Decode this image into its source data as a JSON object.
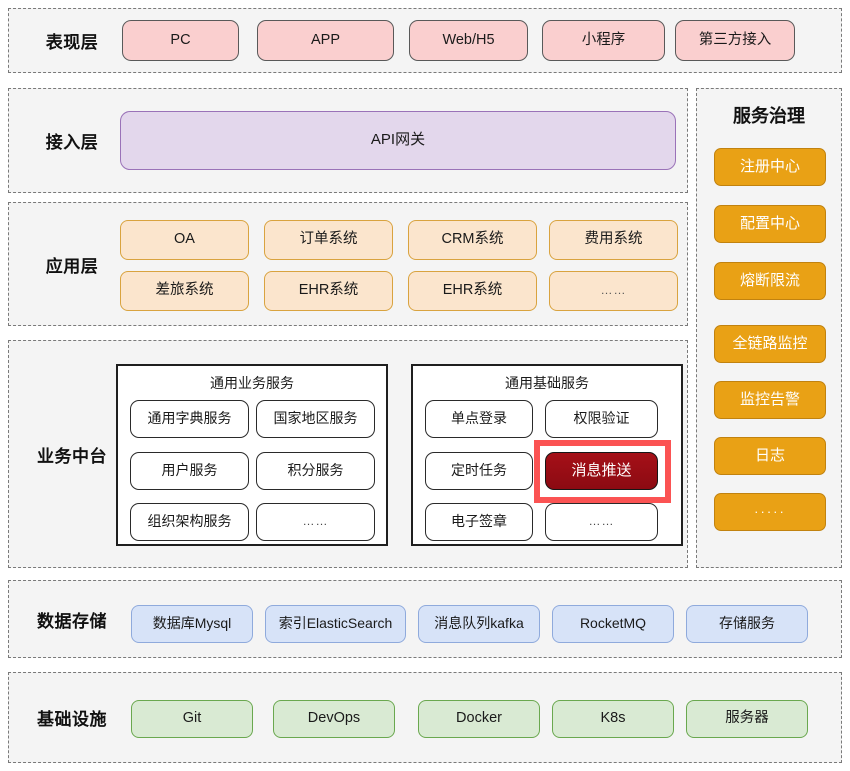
{
  "layers": [
    {
      "key": "presentation",
      "label": "表现层",
      "items": [
        "PC",
        "APP",
        "Web/H5",
        "小程序",
        "第三方接入"
      ]
    },
    {
      "key": "access",
      "label": "接入层",
      "items": [
        "API网关"
      ]
    },
    {
      "key": "application",
      "label": "应用层",
      "row1": [
        "OA",
        "订单系统",
        "CRM系统",
        "费用系统"
      ],
      "row2": [
        "差旅系统",
        "EHR系统",
        "EHR系统",
        "……"
      ]
    },
    {
      "key": "middle_platform",
      "label": "业务中台",
      "panels": [
        {
          "title": "通用业务服务",
          "items": [
            "通用字典服务",
            "国家地区服务",
            "用户服务",
            "积分服务",
            "组织架构服务",
            "……"
          ]
        },
        {
          "title": "通用基础服务",
          "items": [
            "单点登录",
            "权限验证",
            "定时任务",
            "消息推送",
            "电子签章",
            "……"
          ],
          "highlighted": "消息推送"
        }
      ]
    },
    {
      "key": "data_storage",
      "label": "数据存储",
      "items": [
        "数据库Mysql",
        "索引ElasticSearch",
        "消息队列kafka",
        "RocketMQ",
        "存储服务"
      ]
    },
    {
      "key": "infrastructure",
      "label": "基础设施",
      "items": [
        "Git",
        "DevOps",
        "Docker",
        "K8s",
        "服务器"
      ]
    }
  ],
  "governance": {
    "title": "服务治理",
    "items": [
      "注册中心",
      "配置中心",
      "熔断限流",
      "全链路监控",
      "监控告警",
      "日志",
      "·····"
    ]
  },
  "colors": {
    "presentation_fill": "#facfcf",
    "access_fill": "#e3d7ec",
    "application_fill": "#fbe5cd",
    "storage_fill": "#d7e3f8",
    "infrastructure_fill": "#d9ead3",
    "governance_fill": "#e9a115",
    "highlight_border": "#fb5353",
    "highlight_fill": "#9e0d16",
    "layer_bg": "#f4f4f4",
    "layer_border": "#7a7a7a"
  }
}
